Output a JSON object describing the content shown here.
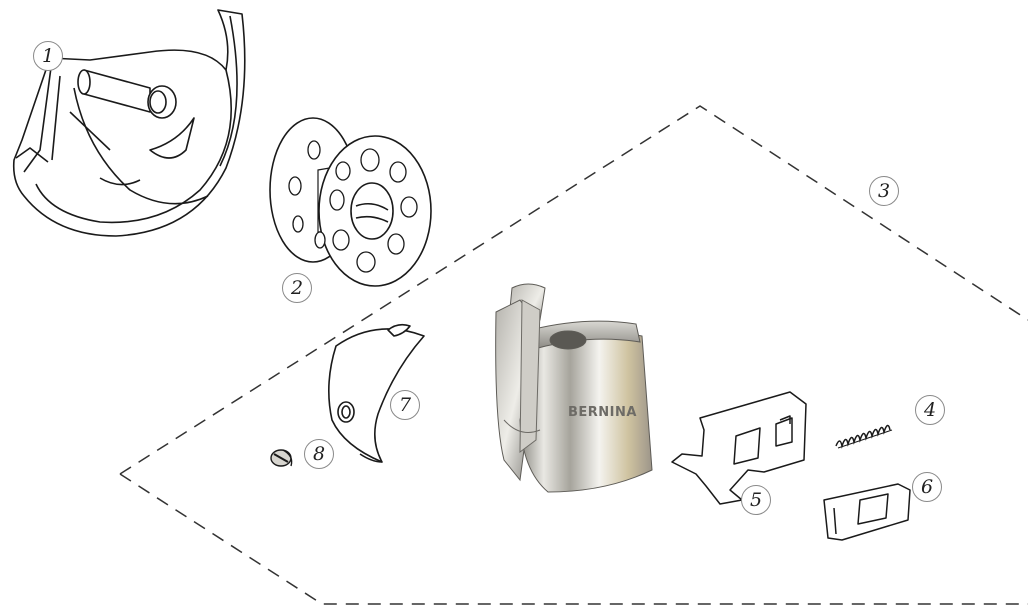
{
  "figure": {
    "brand_mark": "BERNINA",
    "callouts": [
      "1",
      "2",
      "3",
      "4",
      "5",
      "6",
      "7",
      "8"
    ]
  },
  "colors": {
    "line": "#1a1a1a",
    "dashed_outline": "#333333",
    "metal_light": "#f2f2f0",
    "metal_mid": "#b9b7b0",
    "metal_dark": "#6d6b66",
    "metal_gold": "#c9b98a"
  }
}
